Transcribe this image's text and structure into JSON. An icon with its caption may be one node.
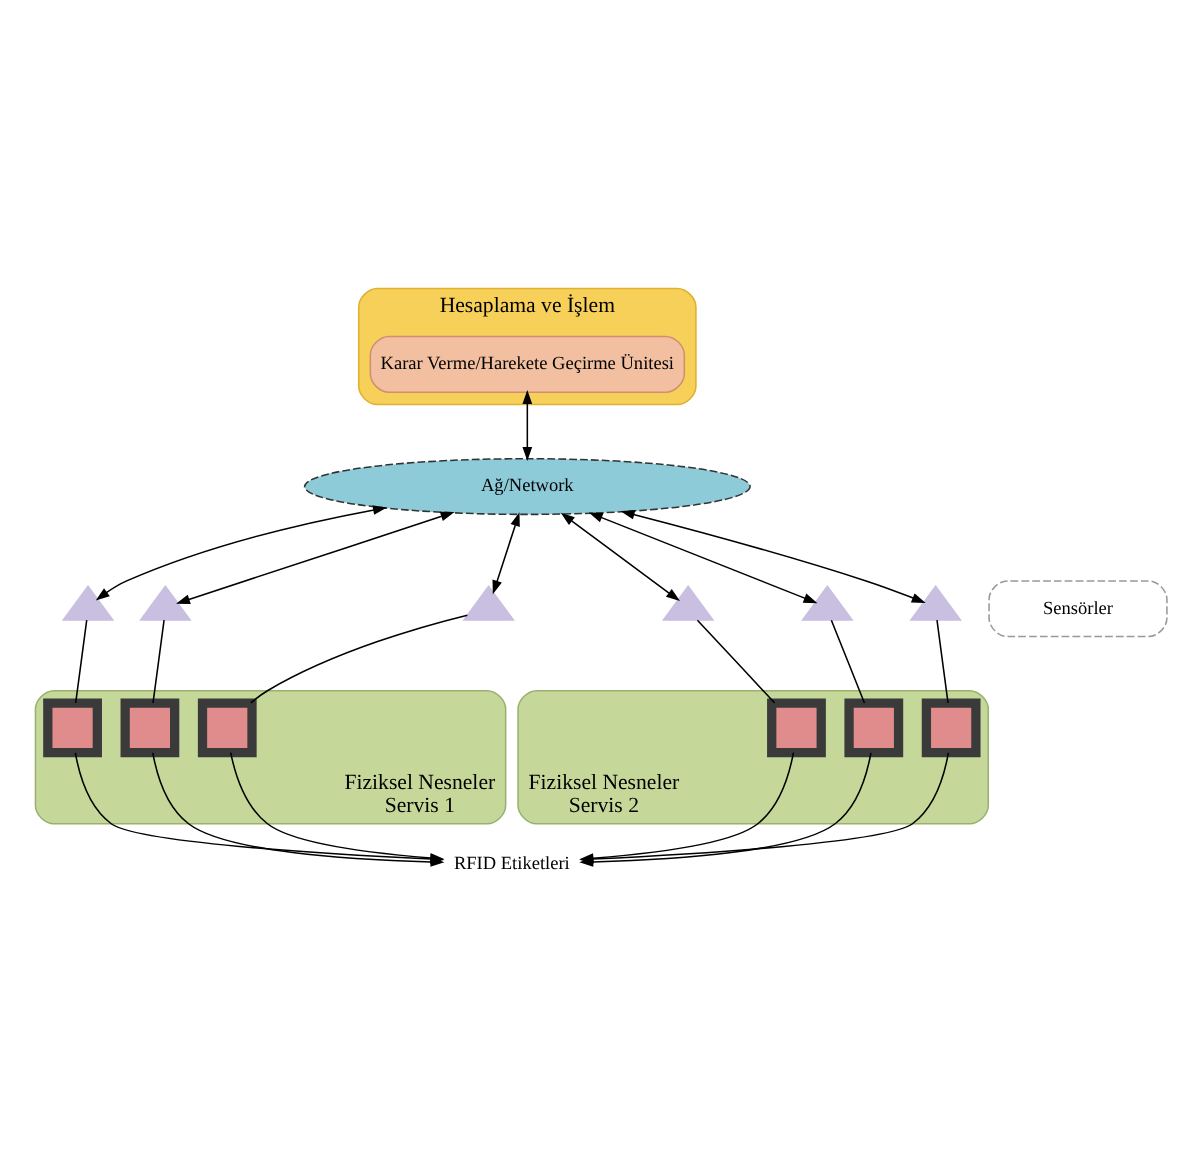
{
  "diagram": {
    "nodes": [
      {
        "text": [
          "Hesaplama ve İşlem"
        ]
      },
      {
        "text": [
          "Karar Verme/Harekete Geçirme Ünitesi"
        ],
        "in": 0
      },
      {
        "text": [
          "Ağ/Network"
        ]
      },
      {
        "text": [
          "Sensörler"
        ]
      },
      {
        "text": [],
        "shape": "triangle"
      },
      {
        "text": [],
        "shape": "triangle"
      },
      {
        "text": [],
        "shape": "triangle"
      },
      {
        "text": [],
        "shape": "triangle"
      },
      {
        "text": [],
        "shape": "triangle"
      },
      {
        "text": [],
        "shape": "triangle"
      },
      {
        "text": [
          "Fiziksel Nesneler",
          "Servis 1"
        ]
      },
      {
        "text": [],
        "shape": "box",
        "in": 10
      },
      {
        "text": [],
        "shape": "box",
        "in": 10
      },
      {
        "text": [],
        "shape": "box",
        "in": 10
      },
      {
        "text": [
          "Fiziksel Nesneler",
          "Servis 2"
        ]
      },
      {
        "text": [],
        "shape": "box",
        "in": 14
      },
      {
        "text": [],
        "shape": "box",
        "in": 14
      },
      {
        "text": [],
        "shape": "box",
        "in": 14
      },
      {
        "text": [
          "RFID Etiketleri"
        ]
      }
    ],
    "edges": [
      {
        "from": 1,
        "to": 2,
        "arrow": "both"
      },
      {
        "from": 2,
        "to": 4,
        "arrow": "both"
      },
      {
        "from": 2,
        "to": 5,
        "arrow": "both"
      },
      {
        "from": 2,
        "to": 6,
        "arrow": "both"
      },
      {
        "from": 2,
        "to": 7,
        "arrow": "both"
      },
      {
        "from": 2,
        "to": 8,
        "arrow": "both"
      },
      {
        "from": 2,
        "to": 9,
        "arrow": "both"
      },
      {
        "from": 4,
        "to": 11,
        "arrow": "none"
      },
      {
        "from": 5,
        "to": 12,
        "arrow": "none"
      },
      {
        "from": 6,
        "to": 13,
        "arrow": "none"
      },
      {
        "from": 7,
        "to": 15,
        "arrow": "none"
      },
      {
        "from": 8,
        "to": 16,
        "arrow": "none"
      },
      {
        "from": 9,
        "to": 17,
        "arrow": "none"
      },
      {
        "from": 11,
        "to": 18,
        "arrow": "to"
      },
      {
        "from": 12,
        "to": 18,
        "arrow": "to"
      },
      {
        "from": 13,
        "to": 18,
        "arrow": "to"
      },
      {
        "from": 15,
        "to": 18,
        "arrow": "to"
      },
      {
        "from": 16,
        "to": 18,
        "arrow": "to"
      },
      {
        "from": 17,
        "to": 18,
        "arrow": "to"
      }
    ]
  }
}
